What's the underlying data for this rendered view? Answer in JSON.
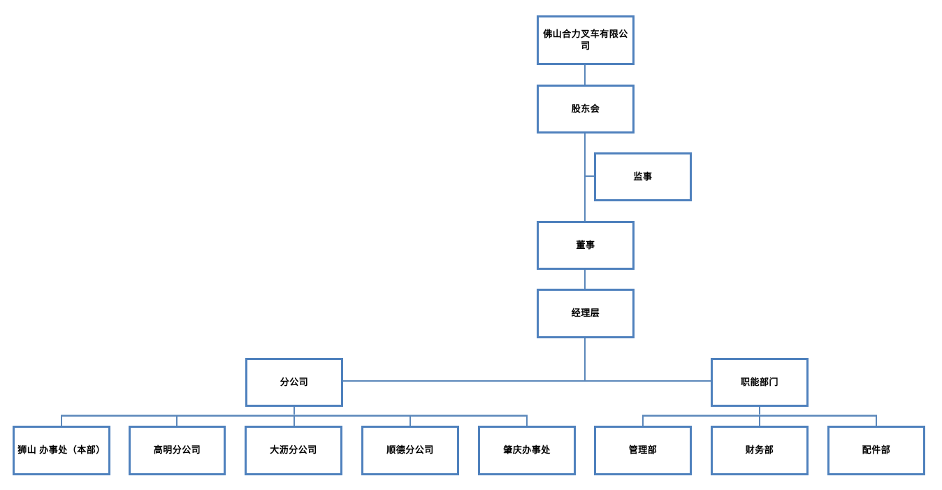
{
  "diagram": {
    "type": "org-chart",
    "company": "佛山合力叉车有限公司"
  },
  "colors": {
    "box_border": "#4f81bd",
    "connector": "#5b87ba",
    "text": "#000000",
    "background": "#ffffff"
  },
  "nodes": {
    "company": "佛山合力叉车有限公司",
    "shareholders": "股东会",
    "supervisor": "监事",
    "director": "董事",
    "management": "经理层",
    "branch": "分公司",
    "functional": "职能部门",
    "shishan": "狮山 办事处（本部）",
    "gaoming": "高明分公司",
    "dali": "大沥分公司",
    "shunde": "顺德分公司",
    "zhaoqing": "肇庆办事处",
    "admin_dept": "管理部",
    "finance_dept": "财务部",
    "parts_dept": "配件部"
  },
  "hierarchy": [
    {
      "parent": "佛山合力叉车有限公司",
      "children": [
        "股东会"
      ]
    },
    {
      "parent": "股东会",
      "children": [
        "董事"
      ],
      "side_attachment": "监事"
    },
    {
      "parent": "董事",
      "children": [
        "经理层"
      ]
    },
    {
      "parent": "经理层",
      "children": [
        "分公司",
        "职能部门"
      ]
    },
    {
      "parent": "分公司",
      "children": [
        "狮山 办事处（本部）",
        "高明分公司",
        "大沥分公司",
        "顺德分公司",
        "肇庆办事处"
      ]
    },
    {
      "parent": "职能部门",
      "children": [
        "管理部",
        "财务部",
        "配件部"
      ]
    }
  ]
}
